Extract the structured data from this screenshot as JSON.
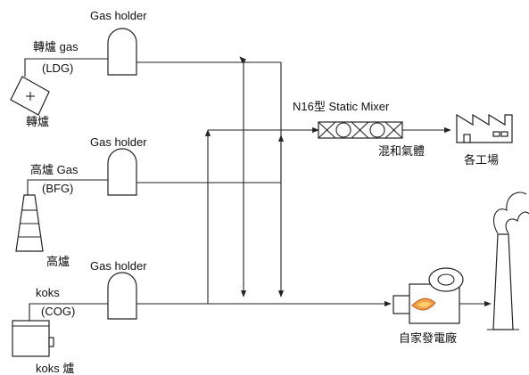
{
  "labels": {
    "holder1": "Gas holder",
    "holder2": "Gas holder",
    "holder3": "Gas holder",
    "converter_gas": "轉爐 gas",
    "ldg": "(LDG)",
    "converter": "轉爐",
    "bf_gas": "高爐 Gas",
    "bfg": "(BFG)",
    "blast_furnace": "高爐",
    "koks": "koks",
    "cog": "(COG)",
    "koks_furnace": "koks 爐",
    "mixer": "N16型 Static Mixer",
    "mixed_gas": "混和氣體",
    "factories": "各工場",
    "power_plant": "自家發電廠"
  }
}
